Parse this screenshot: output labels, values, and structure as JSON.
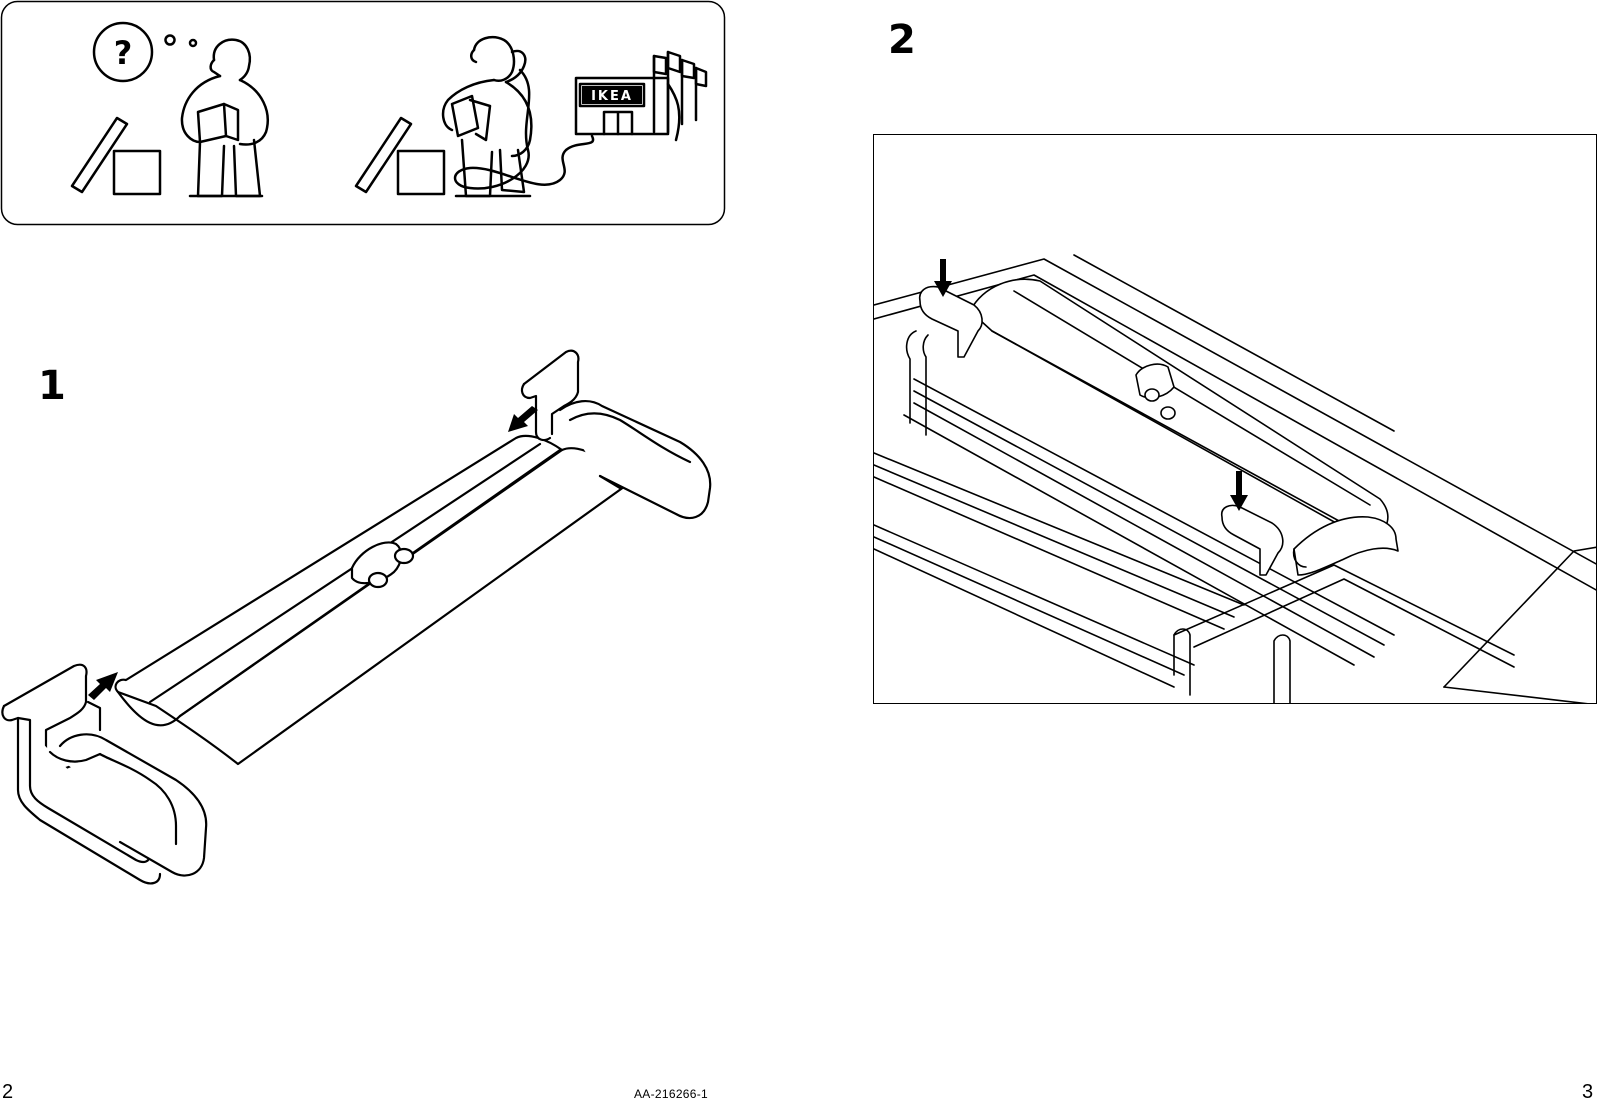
{
  "help_panel": {
    "store_sign": "IKEA"
  },
  "steps": [
    {
      "number": "1"
    },
    {
      "number": "2"
    }
  ],
  "footer": {
    "page_left": "2",
    "article_code": "AA-216266-1",
    "page_right": "3"
  },
  "colors": {
    "ink": "#000000",
    "paper": "#ffffff",
    "shade": "#f4f4f4"
  }
}
